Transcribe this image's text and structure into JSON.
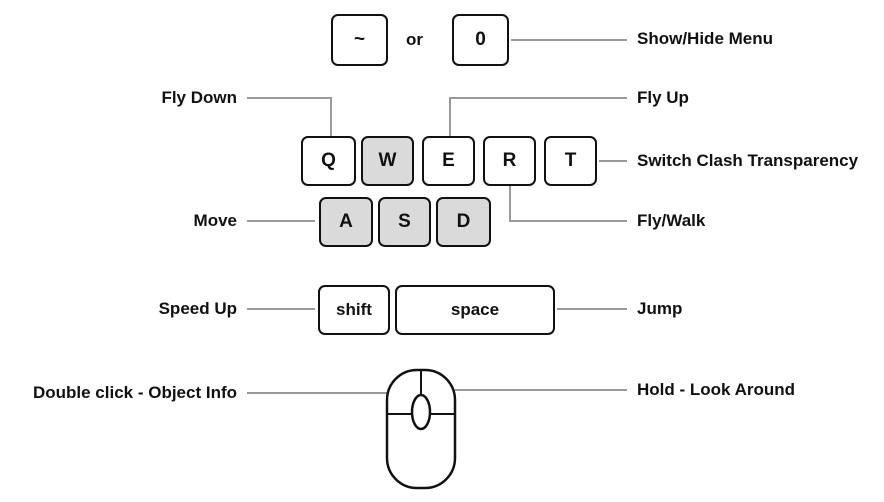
{
  "keys": {
    "tilde": "~",
    "zero": "0",
    "q": "Q",
    "w": "W",
    "e": "E",
    "r": "R",
    "t": "T",
    "a": "A",
    "s": "S",
    "d": "D",
    "shift": "shift",
    "space": "space"
  },
  "connectors": {
    "or": "or"
  },
  "labels": {
    "show_hide_menu": "Show/Hide Menu",
    "fly_down": "Fly Down",
    "fly_up": "Fly Up",
    "switch_clash_transparency": "Switch Clash Transparency",
    "move": "Move",
    "fly_walk": "Fly/Walk",
    "speed_up": "Speed Up",
    "jump": "Jump",
    "double_click_object_info": "Double click - Object Info",
    "hold_look_around": "Hold - Look Around"
  },
  "colors": {
    "background": "#ffffff",
    "key_fill": "#ffffff",
    "key_fill_shaded": "#dadada",
    "key_border": "#111111",
    "connector_line": "#999999",
    "text": "#111111"
  }
}
